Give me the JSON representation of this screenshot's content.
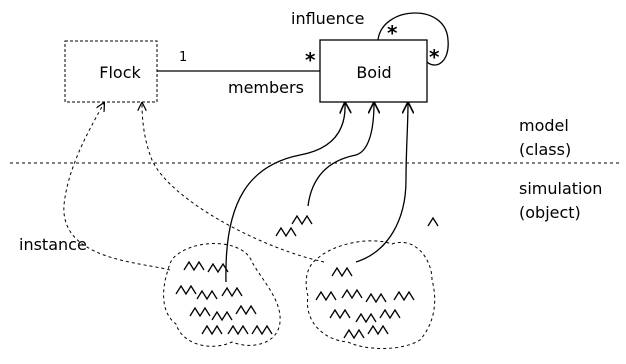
{
  "classes": {
    "flock": "Flock",
    "boid": "Boid"
  },
  "association": {
    "flock_multiplicity": "1",
    "boid_multiplicity": "*",
    "role": "members"
  },
  "self_association": {
    "role": "influence",
    "multiplicity_top": "*",
    "multiplicity_right": "*"
  },
  "layers": {
    "model_line1": "model",
    "model_line2": "(class)",
    "simulation_line1": "simulation",
    "simulation_line2": "(object)"
  },
  "labels": {
    "instance": "instance"
  }
}
